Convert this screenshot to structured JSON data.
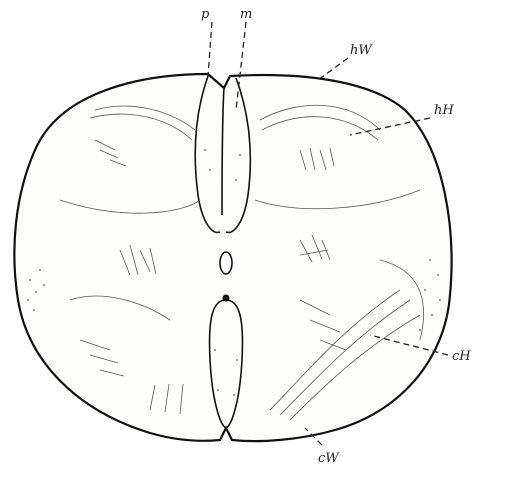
{
  "labels": {
    "p": "p",
    "m": "m",
    "hW": "hW",
    "hH": "hH",
    "cH": "cH",
    "cW": "cW"
  }
}
